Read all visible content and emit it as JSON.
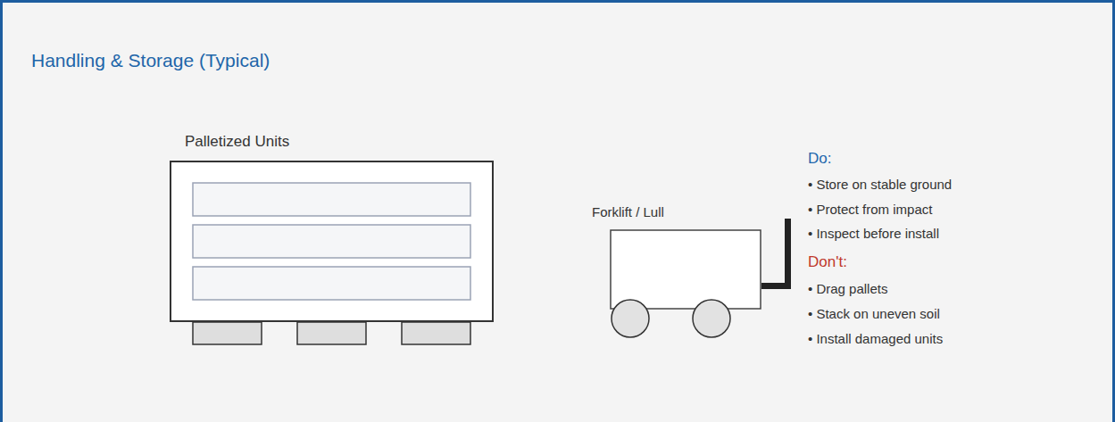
{
  "diagram": {
    "title": "Handling & Storage (Typical)",
    "nodes": [
      {
        "text": [
          "Palletized Units"
        ]
      },
      {
        "text": [
          "Forklift / Lull"
        ]
      }
    ],
    "labels": [
      "Do:",
      "• Store on stable ground",
      "• Protect from impact",
      "• Inspect before install",
      "Don't:",
      "• Drag pallets",
      "• Stack on uneven soil",
      "• Install damaged units"
    ]
  }
}
